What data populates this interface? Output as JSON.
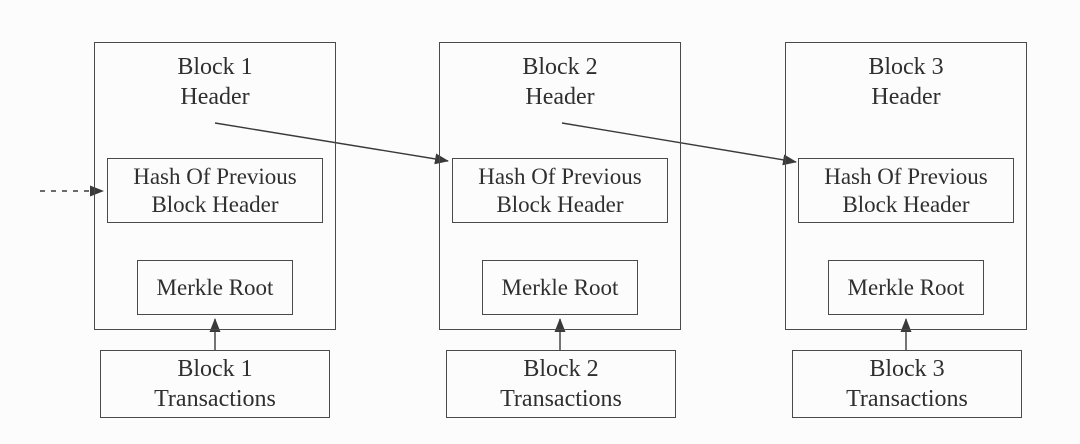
{
  "diagram": {
    "kind": "blockchain-structure-diagram",
    "colors": {
      "ink": "#2f2f2f",
      "border": "#4a4a4a",
      "line": "#3a3a3a",
      "background": "#fcfcfc"
    }
  },
  "blocks": [
    {
      "header_title_line1": "Block 1",
      "header_title_line2": "Header",
      "hash_label_line1": "Hash Of Previous",
      "hash_label_line2": "Block Header",
      "merkle_label": "Merkle Root",
      "transactions_line1": "Block 1",
      "transactions_line2": "Transactions"
    },
    {
      "header_title_line1": "Block 2",
      "header_title_line2": "Header",
      "hash_label_line1": "Hash Of Previous",
      "hash_label_line2": "Block Header",
      "merkle_label": "Merkle Root",
      "transactions_line1": "Block 2",
      "transactions_line2": "Transactions"
    },
    {
      "header_title_line1": "Block 3",
      "header_title_line2": "Header",
      "hash_label_line1": "Hash Of Previous",
      "hash_label_line2": "Block Header",
      "merkle_label": "Merkle Root",
      "transactions_line1": "Block 3",
      "transactions_line2": "Transactions"
    }
  ]
}
